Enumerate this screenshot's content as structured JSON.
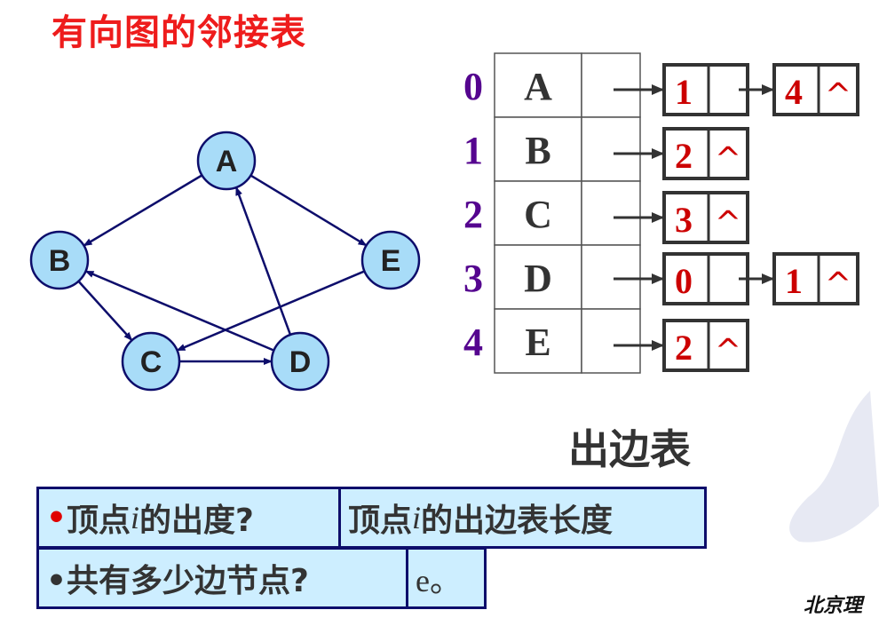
{
  "title": "有向图的邻接表",
  "subtitle": "出边表",
  "graph": {
    "nodes": [
      "A",
      "B",
      "C",
      "D",
      "E"
    ],
    "edges": [
      [
        "A",
        "B"
      ],
      [
        "A",
        "E"
      ],
      [
        "B",
        "C"
      ],
      [
        "C",
        "D"
      ],
      [
        "D",
        "A"
      ],
      [
        "D",
        "B"
      ],
      [
        "E",
        "C"
      ]
    ]
  },
  "adjacency_list": {
    "rows": [
      {
        "index": "0",
        "vertex": "A",
        "edges": [
          {
            "adj": "1",
            "next": ""
          },
          {
            "adj": "4",
            "next": "^"
          }
        ]
      },
      {
        "index": "1",
        "vertex": "B",
        "edges": [
          {
            "adj": "2",
            "next": "^"
          }
        ]
      },
      {
        "index": "2",
        "vertex": "C",
        "edges": [
          {
            "adj": "3",
            "next": "^"
          }
        ]
      },
      {
        "index": "3",
        "vertex": "D",
        "edges": [
          {
            "adj": "0",
            "next": ""
          },
          {
            "adj": "1",
            "next": "^"
          }
        ]
      },
      {
        "index": "4",
        "vertex": "E",
        "edges": [
          {
            "adj": "2",
            "next": "^"
          }
        ]
      }
    ]
  },
  "questions": {
    "q1_bullet": "•",
    "q1_pre": "顶点 ",
    "q1_var": "i",
    "q1_post": " 的出度?",
    "a1_pre": "顶点 ",
    "a1_var": "i",
    "a1_post": " 的出边表长度",
    "q2": "•共有多少边节点?",
    "a2": "e。"
  },
  "logo_text": "北京理",
  "colors": {
    "title": "#ee1c1c",
    "node_fill": "#a8dcf8",
    "index": "#55058f",
    "adj_value": "#cc0000",
    "qbox_bg": "#cdeeff",
    "qbox_border": "#0d0d6b"
  }
}
